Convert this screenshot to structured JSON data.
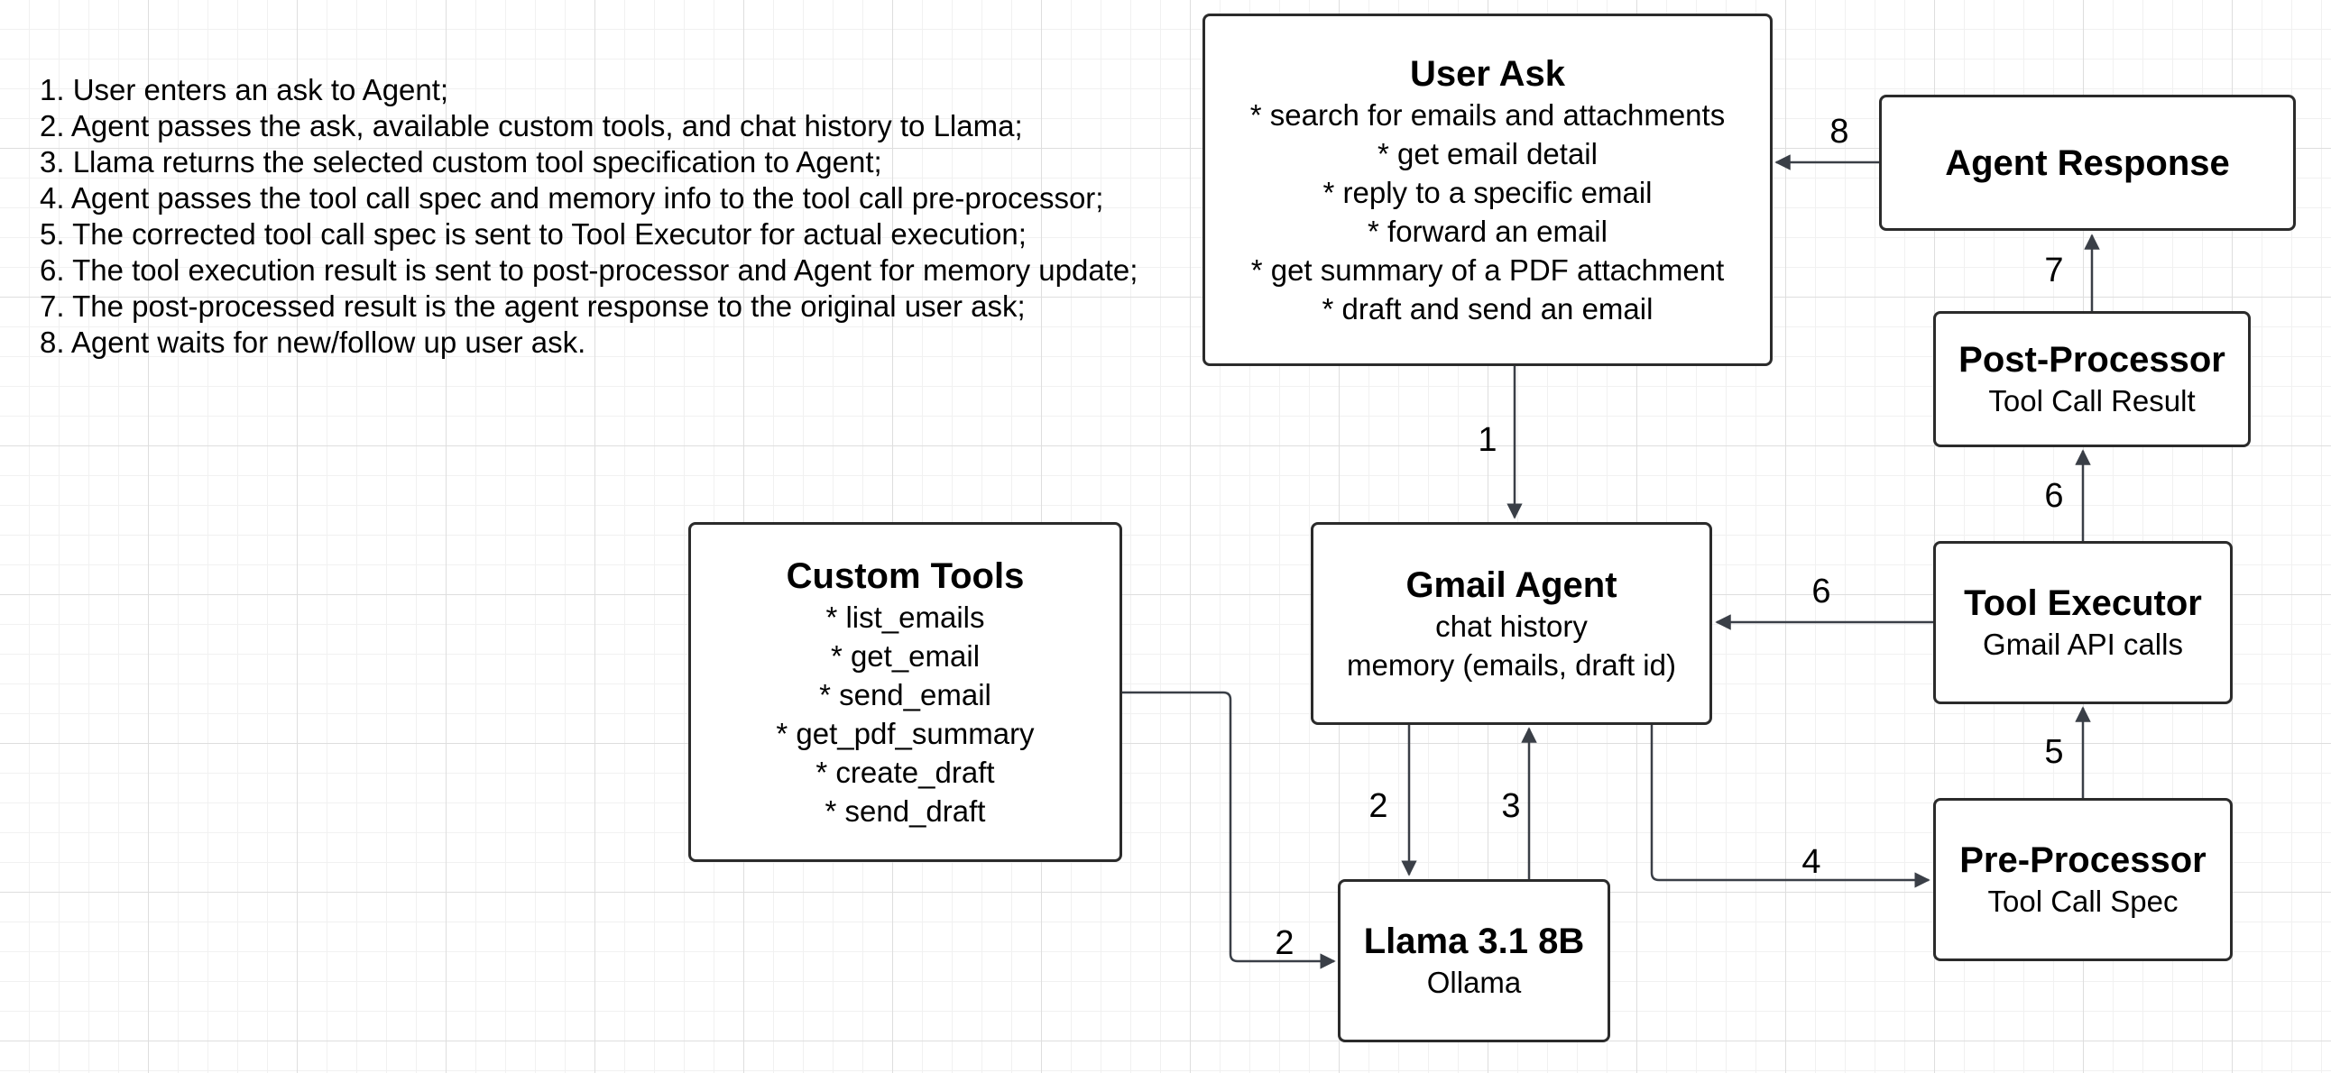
{
  "steps": [
    "1. User enters an ask to Agent;",
    "2. Agent passes the ask, available custom tools, and chat history to Llama;",
    "3. Llama returns the selected custom tool specification to Agent;",
    "4. Agent passes the tool call spec and memory info to the tool call pre-processor;",
    "5. The corrected tool call spec is sent to Tool Executor for actual execution;",
    "6. The tool execution result is sent to post-processor and Agent for memory update;",
    "7. The post-processed result is the agent response to the original user ask;",
    "8. Agent waits for new/follow up user ask."
  ],
  "nodes": {
    "user_ask": {
      "title": "User Ask",
      "items": [
        "* search for emails and attachments",
        "* get email detail",
        "* reply to a specific email",
        "* forward an email",
        "* get summary of a PDF attachment",
        "* draft and send an email"
      ]
    },
    "agent_response": {
      "title": "Agent Response"
    },
    "post_processor": {
      "title": "Post-Processor",
      "subtitle": "Tool Call Result"
    },
    "tool_executor": {
      "title": "Tool Executor",
      "subtitle": "Gmail API calls"
    },
    "pre_processor": {
      "title": "Pre-Processor",
      "subtitle": "Tool Call Spec"
    },
    "gmail_agent": {
      "title": "Gmail Agent",
      "lines": [
        "chat history",
        "memory (emails, draft id)"
      ]
    },
    "custom_tools": {
      "title": "Custom Tools",
      "items": [
        "* list_emails",
        "* get_email",
        "* send_email",
        "* get_pdf_summary",
        "* create_draft",
        "* send_draft"
      ]
    },
    "llama": {
      "title": "Llama 3.1 8B",
      "subtitle": "Ollama"
    }
  },
  "edges": [
    {
      "from": "User Ask",
      "to": "Gmail Agent",
      "label": "1"
    },
    {
      "from": "Gmail Agent",
      "to": "Llama 3.1 8B",
      "label": "2"
    },
    {
      "from": "Custom Tools",
      "to": "Llama 3.1 8B",
      "label": "2"
    },
    {
      "from": "Llama 3.1 8B",
      "to": "Gmail Agent",
      "label": "3"
    },
    {
      "from": "Gmail Agent",
      "to": "Pre-Processor",
      "label": "4"
    },
    {
      "from": "Pre-Processor",
      "to": "Tool Executor",
      "label": "5"
    },
    {
      "from": "Tool Executor",
      "to": "Gmail Agent",
      "label": "6"
    },
    {
      "from": "Tool Executor",
      "to": "Post-Processor",
      "label": "6"
    },
    {
      "from": "Post-Processor",
      "to": "Agent Response",
      "label": "7"
    },
    {
      "from": "Agent Response",
      "to": "User Ask",
      "label": "8"
    }
  ],
  "colors": {
    "edge": "#3a3f47",
    "node_border": "#2b2b2b",
    "grid_major": "#dedede",
    "grid_minor": "#f1f1f1"
  }
}
